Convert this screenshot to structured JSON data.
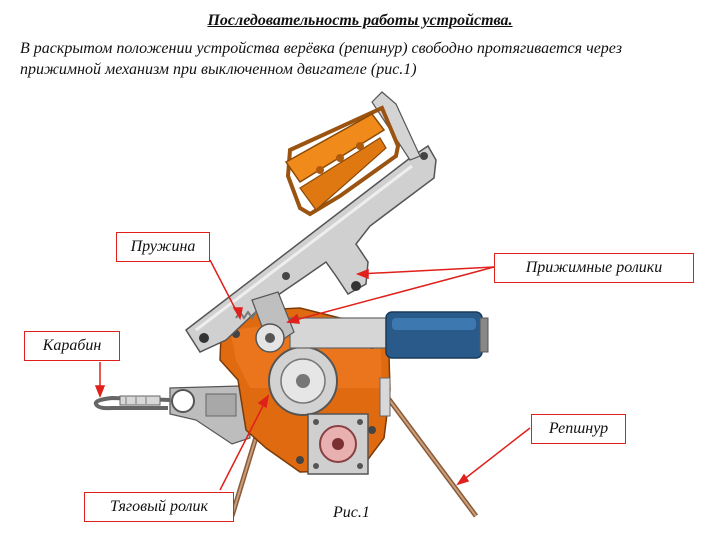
{
  "heading": "Последовательность работы устройства.",
  "description_line1": "В раскрытом положении устройства верёвка (репшнур) свободно протягивается через",
  "description_line2": "прижимной механизм при выключенном двигателе  (рис.1)",
  "labels": {
    "spring": "Пружина",
    "pressure_rollers": "Прижимные ролики",
    "carabiner": "Карабин",
    "cord": "Репшнур",
    "traction_roller": "Тяговый ролик"
  },
  "figure_caption": "Рис.1",
  "colors": {
    "label_border": "#e0201a",
    "body_orange": "#e06a10",
    "handle_orange": "#f08a1a",
    "frame_grey": "#c9c9c9",
    "motor_blue": "#2a5a8a"
  }
}
